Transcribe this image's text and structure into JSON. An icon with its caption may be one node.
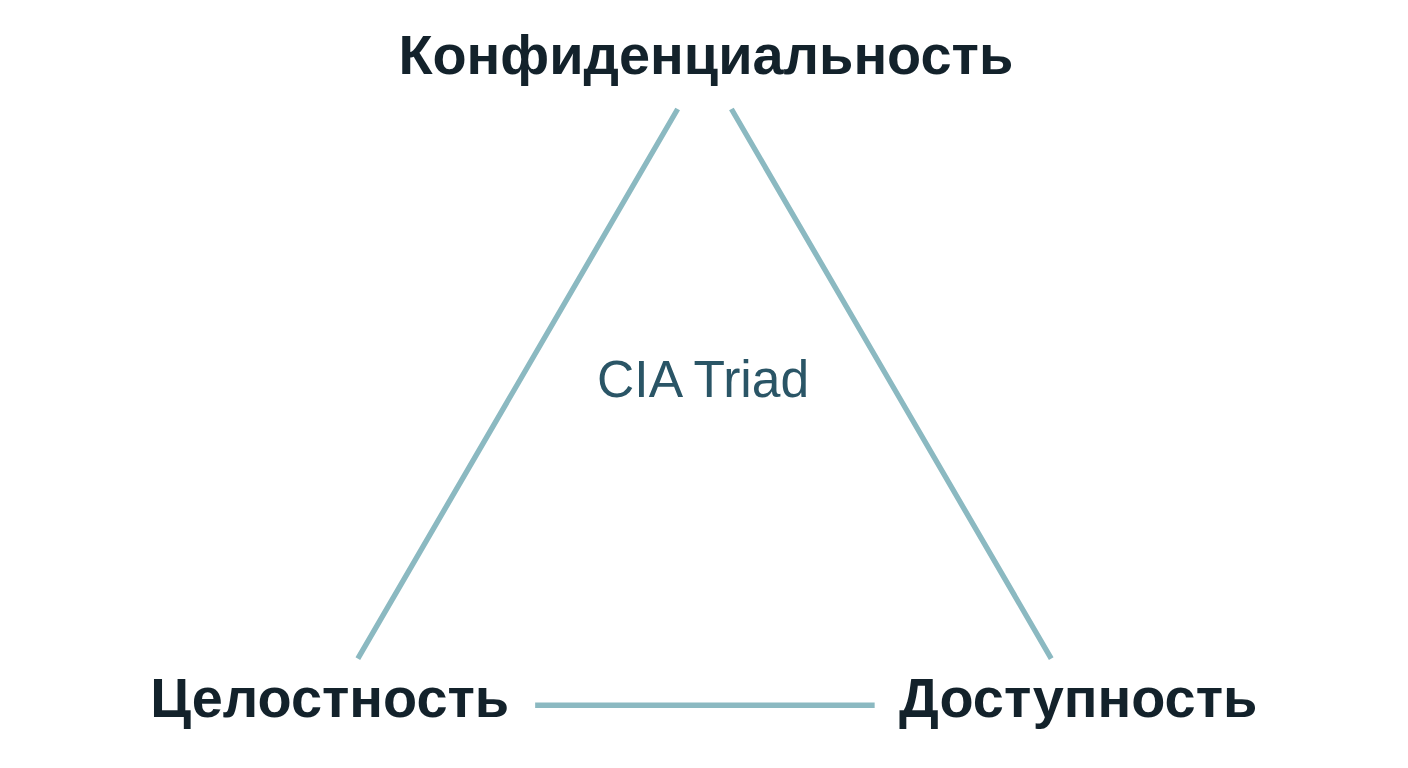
{
  "diagram": {
    "nodes": [
      {
        "text": [
          "Конфиденциальность"
        ]
      },
      {
        "text": [
          "Целостность"
        ]
      },
      {
        "text": [
          "Доступность"
        ]
      }
    ],
    "edges": [
      {
        "from": 0,
        "to": 1,
        "arrow": "none"
      },
      {
        "from": 0,
        "to": 2,
        "arrow": "none"
      },
      {
        "from": 1,
        "to": 2,
        "arrow": "none"
      }
    ],
    "labels": [
      "CIA Triad"
    ]
  }
}
